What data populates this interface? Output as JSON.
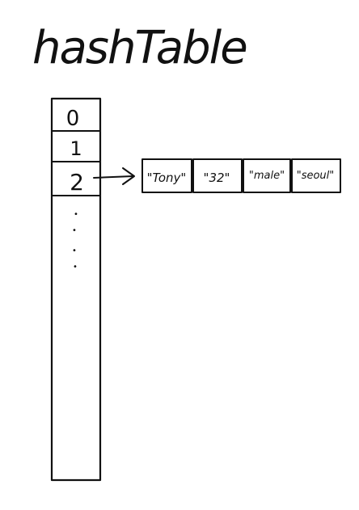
{
  "diagram": {
    "title": "hashTable",
    "index_labels": [
      "0",
      "1",
      "2"
    ],
    "continuation_marks": [
      "•",
      "•",
      "•",
      "•"
    ],
    "linked_values": [
      "\"Tony\"",
      "\"32\"",
      "\"male\"",
      "\"seoul\""
    ]
  },
  "colors": {
    "ink": "#111111",
    "background": "#ffffff"
  }
}
